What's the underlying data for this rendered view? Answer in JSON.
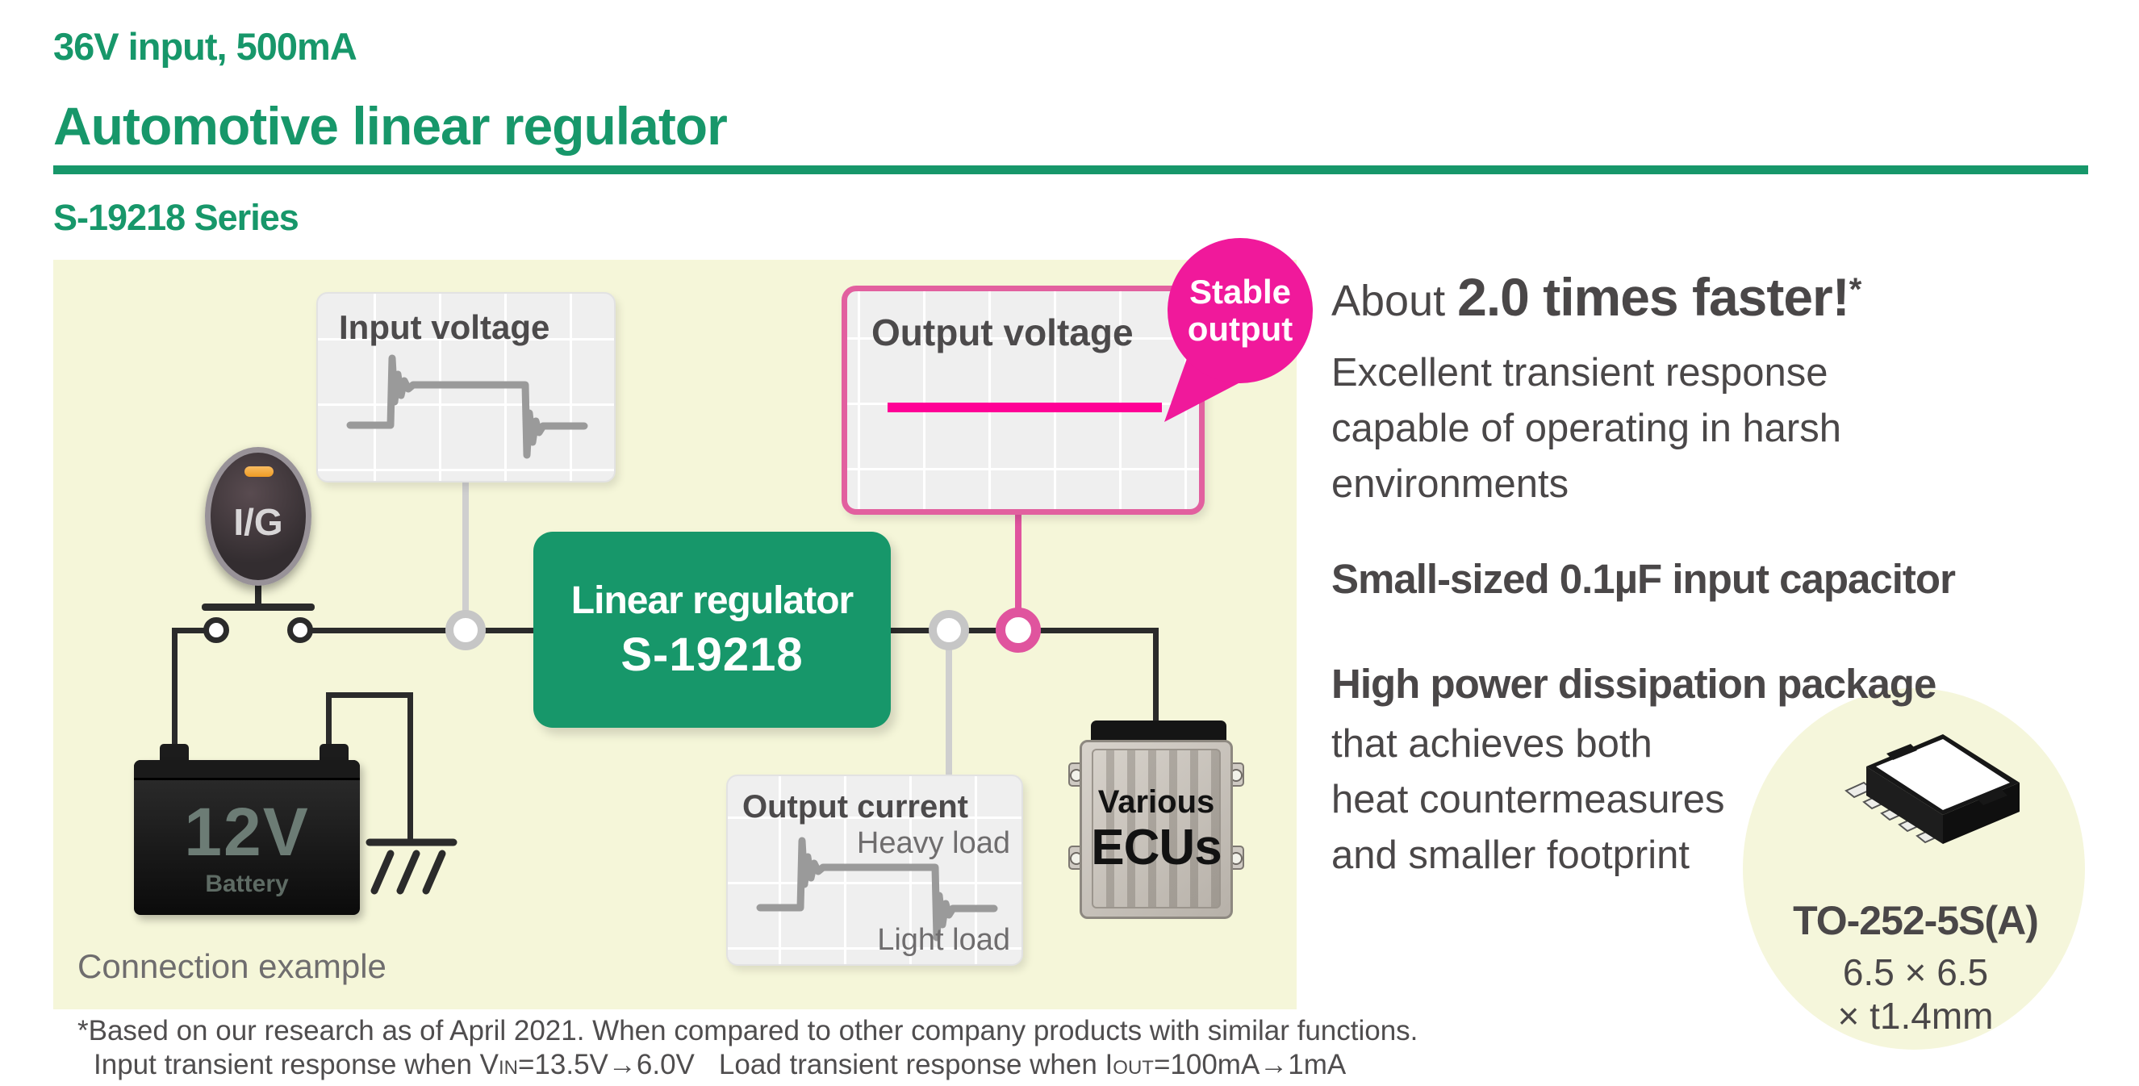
{
  "header": {
    "subtitle": "36V input, 500mA",
    "title": "Automotive linear regulator",
    "series": "S-19218 Series"
  },
  "diagram": {
    "caption": "Connection example",
    "input_voltage_title": "Input voltage",
    "output_voltage_title": "Output voltage",
    "output_current_title": "Output current",
    "heavy_load_label": "Heavy load",
    "light_load_label": "Light load",
    "regulator_line1": "Linear regulator",
    "regulator_line2": "S-19218",
    "ignition_label": "I/G",
    "battery_voltage": "12V",
    "battery_label": "Battery",
    "ecu_line1": "Various",
    "ecu_line2": "ECUs",
    "bubble_line1": "Stable",
    "bubble_line2": "output"
  },
  "features": {
    "f1_prefix": "About ",
    "f1_bold": "2.0 times faster!",
    "f1_sup": "*",
    "f1_lines": [
      "Excellent transient response",
      "capable of operating in harsh",
      "environments"
    ],
    "f2": "Small-sized 0.1µF input capacitor",
    "f3_bold": "High power dissipation package",
    "f3_lines": [
      "that achieves both",
      "heat countermeasures",
      "and smaller footprint"
    ]
  },
  "package": {
    "name": "TO-252-5S(A)",
    "size_line1": "6.5 × 6.5",
    "size_line2": "× t1.4mm"
  },
  "footnote": {
    "line1": "*Based on our research as of April 2021. When compared to other company products with similar functions.",
    "line2": {
      "pre": "Input transient response when V",
      "sub1": "IN",
      "mid": "=13.5V→6.0V",
      "part2": "Load transient response when I",
      "sub2": "OUT",
      "end": "=100mA→1mA"
    }
  },
  "colors": {
    "brand_green": "#17976A",
    "panel_background": "#F5F6D9",
    "magenta_trace": "#FF0096",
    "bubble_pink": "#F0199B",
    "pink_border": "#E2609F",
    "wire_black": "#2B2B2B",
    "waveform_gray": "#9A9A9A",
    "text_dark_gray": "#4A4748"
  }
}
